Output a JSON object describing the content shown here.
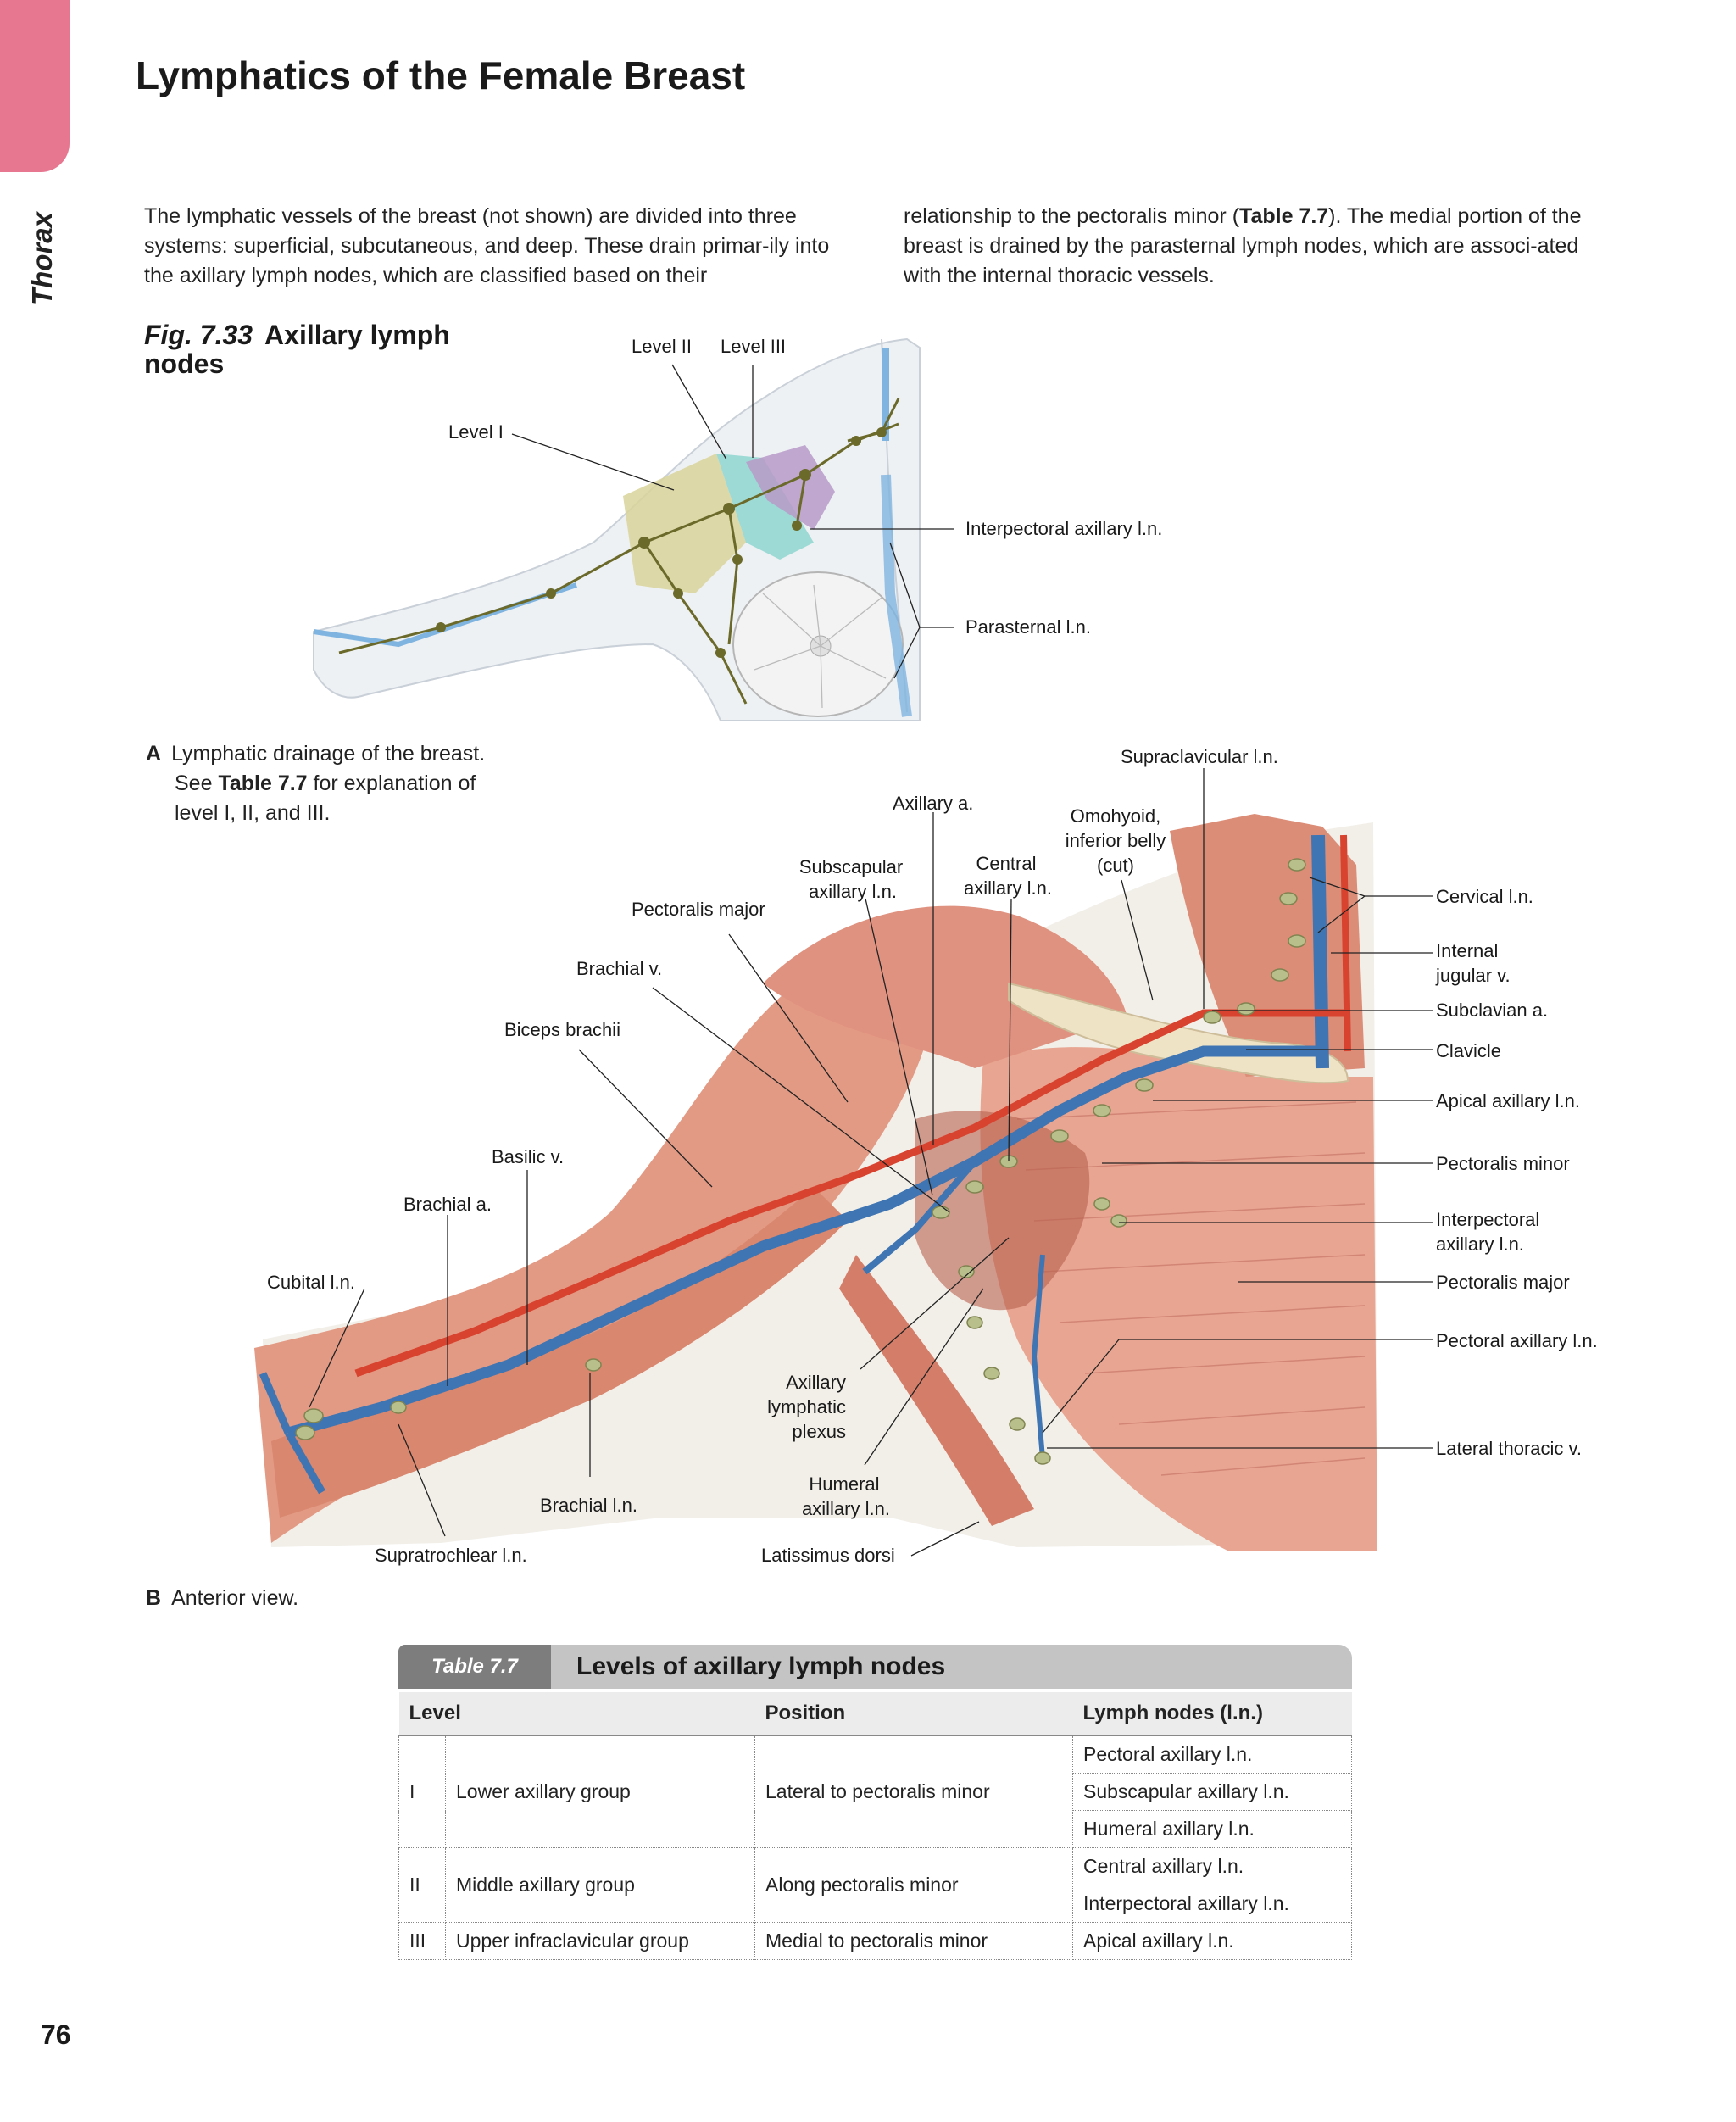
{
  "side_tab": {
    "label": "Thorax",
    "color": "#e77791"
  },
  "page_title": "Lymphatics of the Female Breast",
  "intro": {
    "left": "The lymphatic vessels of the breast (not shown) are divided into three systems: superficial, subcutaneous, and deep. These drain primar-ily into the axillary lymph nodes, which are classified based on their",
    "right_before": "relationship to the pectoralis minor (",
    "right_ref": "Table 7.7",
    "right_after": "). The medial portion of the breast is drained by the parasternal lymph nodes, which are associ-ated with the internal thoracic vessels."
  },
  "figure": {
    "number": "Fig. 7.33",
    "title": "Axillary lymph nodes"
  },
  "panel_a": {
    "letter": "A",
    "caption_1": "Lymphatic drainage of the breast.",
    "caption_2_pre": "See ",
    "caption_2_ref": "Table 7.7",
    "caption_2_post": " for explanation of",
    "caption_3": "level I, II, and III.",
    "labels": {
      "level_1": "Level I",
      "level_2": "Level II",
      "level_3": "Level III",
      "interpectoral": "Interpectoral axillary l.n.",
      "parasternal": "Parasternal l.n."
    },
    "colors": {
      "level_1": "#d9d39a",
      "level_2": "#8fd6cf",
      "level_3": "#b79ac8",
      "lymph": "#6b6a2a",
      "vein": "#5b8fc4"
    }
  },
  "panel_b": {
    "letter": "B",
    "caption": "Anterior view.",
    "labels": {
      "supraclavicular": "Supraclavicular l.n.",
      "axillary_a": "Axillary a.",
      "omohyoid_1": "Omohyoid,",
      "omohyoid_2": "inferior belly",
      "omohyoid_3": "(cut)",
      "subscap_1": "Subscapular",
      "subscap_2": "axillary l.n.",
      "central_1": "Central",
      "central_2": "axillary l.n.",
      "pect_major_top": "Pectoralis major",
      "brachial_v": "Brachial v.",
      "biceps": "Biceps brachii",
      "basilic": "Basilic v.",
      "brachial_a": "Brachial a.",
      "cubital": "Cubital l.n.",
      "cervical": "Cervical l.n.",
      "int_jug_1": "Internal",
      "int_jug_2": "jugular v.",
      "subclavian": "Subclavian a.",
      "clavicle": "Clavicle",
      "apical": "Apical axillary l.n.",
      "pect_minor": "Pectoralis minor",
      "interpect_1": "Interpectoral",
      "interpect_2": "axillary l.n.",
      "pect_major_right": "Pectoralis major",
      "pectoral_ax": "Pectoral axillary l.n.",
      "lat_thoracic": "Lateral thoracic  v.",
      "ax_plexus_1": "Axillary",
      "ax_plexus_2": "lymphatic",
      "ax_plexus_3": "plexus",
      "humeral_1": "Humeral",
      "humeral_2": "axillary l.n.",
      "brachial_ln": "Brachial l.n.",
      "supratrochlear": "Supratrochlear l.n.",
      "latissimus": "Latissimus dorsi"
    },
    "colors": {
      "muscle": "#e39a84",
      "muscle_dark": "#c66b57",
      "vein": "#3f75b2",
      "artery": "#d8432f",
      "node": "#b9bf8a",
      "bone": "#efe3c6"
    }
  },
  "table": {
    "number": "Table 7.7",
    "title": "Levels of axillary lymph nodes",
    "headers": [
      "Level",
      "Position",
      "Lymph nodes (l.n.)"
    ],
    "rows": [
      {
        "level": "I",
        "group": "Lower axillary group",
        "position": "Lateral to pectoralis minor",
        "nodes": [
          "Pectoral axillary l.n.",
          "Subscapular axillary l.n.",
          "Humeral axillary l.n."
        ]
      },
      {
        "level": "II",
        "group": "Middle axillary group",
        "position": "Along pectoralis minor",
        "nodes": [
          "Central axillary l.n.",
          "Interpectoral axillary l.n."
        ]
      },
      {
        "level": "III",
        "group": "Upper infraclavicular group",
        "position": "Medial to pectoralis minor",
        "nodes": [
          "Apical axillary l.n."
        ]
      }
    ]
  },
  "page_number": "76"
}
